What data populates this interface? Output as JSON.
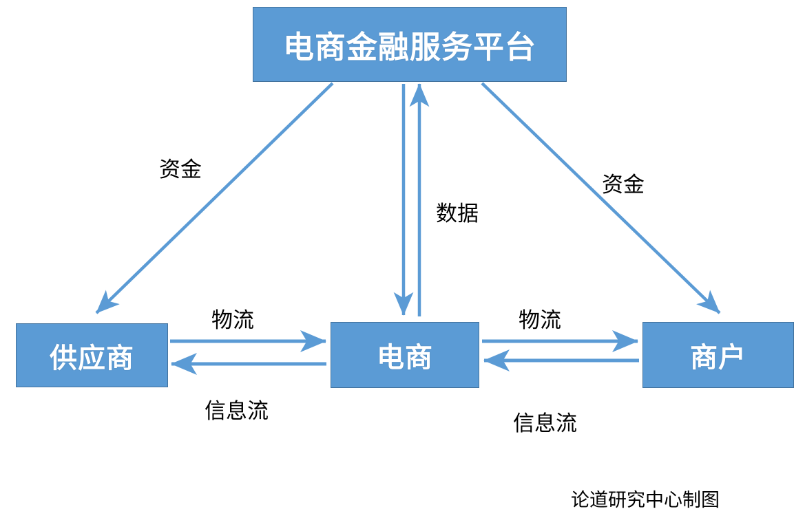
{
  "diagram": {
    "title_text": "电商金融服务平台",
    "accent_color": "#5B9BD5",
    "border_color": "#41719C",
    "text_color": "#FFFFFF",
    "label_color": "#000000",
    "background": "#FFFFFF",
    "nodes": [
      {
        "id": "platform",
        "label": "电商金融服务平台"
      },
      {
        "id": "supplier",
        "label": "供应商"
      },
      {
        "id": "ecommerce",
        "label": "电商"
      },
      {
        "id": "merchant",
        "label": "商户"
      }
    ],
    "edges": [
      {
        "id": "platform-to-supplier",
        "label": "资金",
        "from": "platform",
        "to": "supplier",
        "direction": "one-way"
      },
      {
        "id": "ecommerce-to-platform",
        "label": "数据",
        "from": "ecommerce",
        "to": "platform",
        "direction": "two-way"
      },
      {
        "id": "platform-to-merchant",
        "label": "资金",
        "from": "platform",
        "to": "merchant",
        "direction": "one-way"
      },
      {
        "id": "supplier-to-ecommerce",
        "label": "物流",
        "from": "supplier",
        "to": "ecommerce",
        "direction": "one-way"
      },
      {
        "id": "ecommerce-to-supplier",
        "label": "信息流",
        "from": "ecommerce",
        "to": "supplier",
        "direction": "one-way"
      },
      {
        "id": "ecommerce-to-merchant",
        "label": "物流",
        "from": "ecommerce",
        "to": "merchant",
        "direction": "one-way"
      },
      {
        "id": "merchant-to-ecommerce",
        "label": "信息流",
        "from": "merchant",
        "to": "ecommerce",
        "direction": "one-way"
      }
    ],
    "credit": "论道研究中心制图"
  }
}
